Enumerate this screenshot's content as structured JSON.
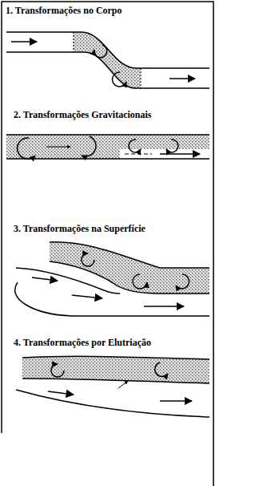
{
  "diagram": {
    "labels": [
      "1. Transformações no Corpo",
      "2. Transformações Gravitacionais",
      "3. Transformações na Superfície",
      "4. Transformações por Elutriação"
    ]
  }
}
